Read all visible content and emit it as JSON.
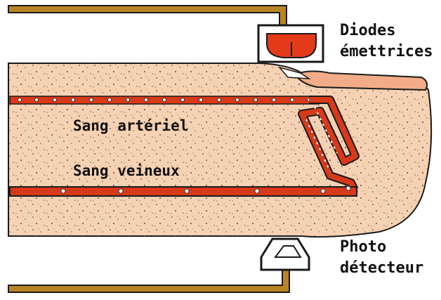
{
  "labels": {
    "emitter_line1": "Diodes",
    "emitter_line2": "émettrices",
    "arterial": "Sang artériel",
    "venous": "Sang veineux",
    "detector_line1": "Photo",
    "detector_line2": "détecteur"
  },
  "colors": {
    "background": "#ffffff",
    "clamp_frame": "#b98424",
    "finger_tissue": "#f6d2b4",
    "nail": "#f2ad88",
    "vessel_red": "#d73a1a",
    "outline": "#1a1a1a",
    "emitter_red": "#e43a1c"
  }
}
